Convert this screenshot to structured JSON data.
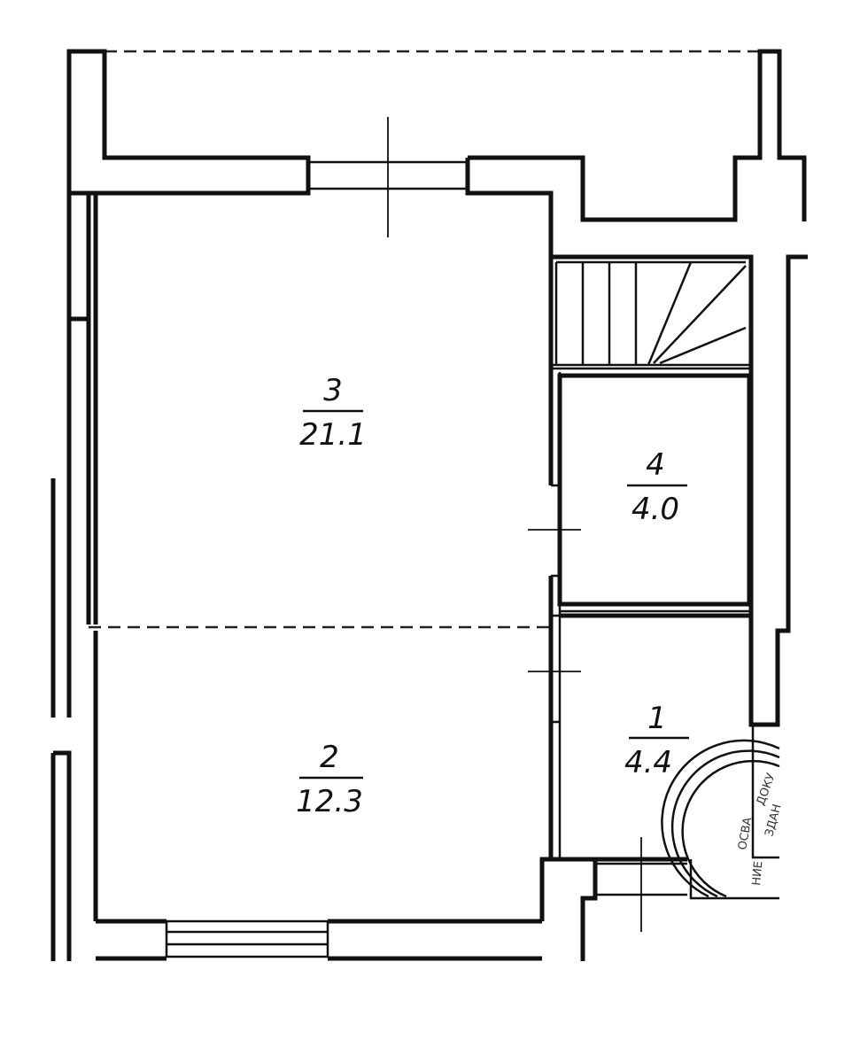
{
  "rooms": [
    {
      "number": "3",
      "area": "21.1"
    },
    {
      "number": "4",
      "area": "4.0"
    },
    {
      "number": "1",
      "area": "4.4"
    },
    {
      "number": "2",
      "area": "12.3"
    }
  ],
  "stamp": {
    "line1": "ДОКУ",
    "line2": "ОСВА",
    "line3": "НИЕ",
    "line4": "ЗДАН"
  },
  "colors": {
    "ink": "#111111",
    "paper": "#ffffff"
  }
}
